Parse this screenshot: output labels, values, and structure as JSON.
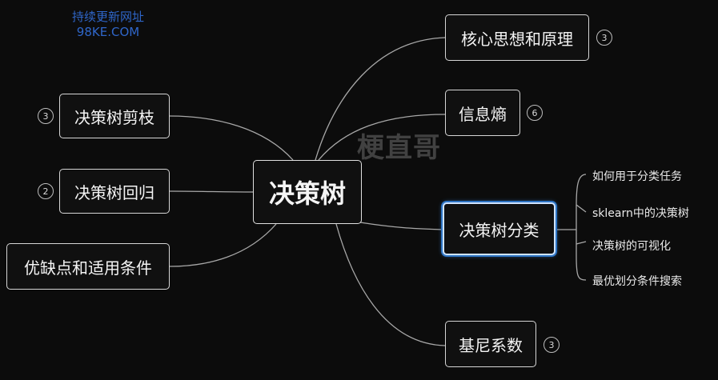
{
  "watermark": {
    "line1": "持续更新网址",
    "line2": "98KE.COM",
    "center_text": "梗直哥",
    "color": "#2f66c9"
  },
  "root": {
    "label": "决策树"
  },
  "left_branches": [
    {
      "label": "决策树剪枝",
      "badge": "3"
    },
    {
      "label": "决策树回归",
      "badge": "2"
    },
    {
      "label": "优缺点和适用条件",
      "badge": ""
    }
  ],
  "right_branches": [
    {
      "label": "核心思想和原理",
      "badge": "3"
    },
    {
      "label": "信息熵",
      "badge": "6"
    },
    {
      "label": "决策树分类",
      "badge": "",
      "selected": true,
      "children": [
        "如何用于分类任务",
        "sklearn中的决策树",
        "决策树的可视化",
        "最优划分条件搜索"
      ]
    },
    {
      "label": "基尼系数",
      "badge": "3"
    }
  ],
  "colors": {
    "background": "#0c0c0c",
    "node_border": "#d6d6d6",
    "link": "#a8a8a8",
    "selected_outline": "#2d74c4"
  }
}
